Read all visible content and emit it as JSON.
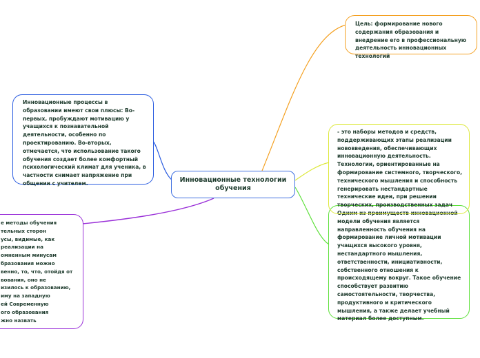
{
  "center": {
    "title": "Инновационные технологии обучения"
  },
  "nodes": {
    "goal": "Цель: формирование нового содержания образования и внедрение его в профессиональную деятельность инновационных технологий",
    "left": "Инновационные процессы в образовании имеют свои плюсы: Во-первых, пробуждают мотивацию у учащихся к познавательной деятельности, особенно по проектированию. Во-вторых, отмечается, что использование такого обучения создает более комфортный психологический климат для ученика, в частности снимает напряжение при общении с учителем.",
    "bottom": "е методы обучения\nтельных сторон\nусы, видимые, как\nреализации на\nомненным минусам\nбразования можно\nвенно, то, что, отойдя от\nвования, оно не\nизилось к образованию,\nиму на западную\nей Современную\nого образования\nжно назвать",
    "tech": "- это наборы методов и средств, поддерживающих этапы реализации нововведения, обеспечивающих инновационную деятельность. Технологии, ориентированные на формирование системного, творческого, технического мышления и способность генерировать нестандартные технические идеи, при решении творческих, производственных задач",
    "advantage": "Одним из преимуществ инновационной модели обучения является направленность обучения на формирование личной мотивации учащихся высокого уровня, нестандартного мышления, ответственности, инициативности, собственного отношения к происходящему вокруг. Такое обучение способствует развитию самостоятельности, творчества, продуктивного и критического мышления, а также делает учебный материал более доступным."
  },
  "colors": {
    "goal": "#f4a020",
    "left": "#2a5ce0",
    "bottom": "#9a30d8",
    "tech": "#dde83a",
    "advantage": "#5de03a",
    "center": "#3d6ee0"
  }
}
